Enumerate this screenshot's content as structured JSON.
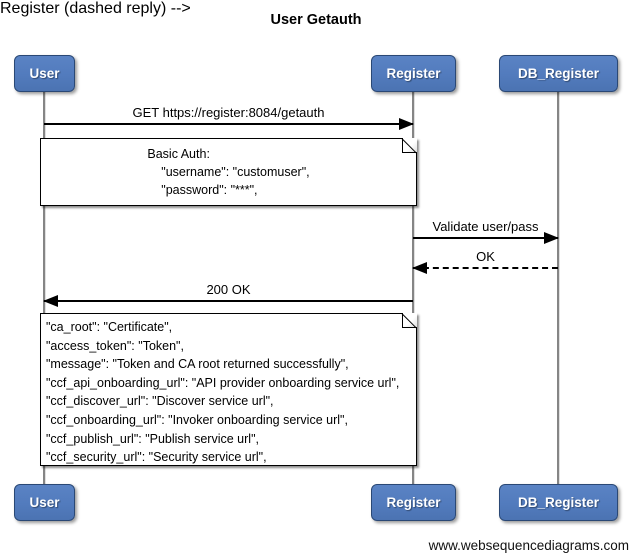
{
  "title": "User Getauth",
  "watermark": "www.websequencediagrams.com",
  "actors": [
    {
      "label": "User"
    },
    {
      "label": "Register"
    },
    {
      "label": "DB_Register"
    }
  ],
  "messages": [
    {
      "label": "GET https://register:8084/getauth",
      "from": "User",
      "to": "Register",
      "line": "solid"
    },
    {
      "label": "Validate user/pass",
      "from": "Register",
      "to": "DB_Register",
      "line": "solid"
    },
    {
      "label": "OK",
      "from": "DB_Register",
      "to": "Register",
      "line": "dashed"
    },
    {
      "label": "200 OK",
      "from": "Register",
      "to": "User",
      "line": "solid"
    }
  ],
  "notes": [
    {
      "lines": [
        "Basic Auth:",
        "    \"username\": \"customuser\",",
        "    \"password\": \"***\","
      ]
    },
    {
      "lines": [
        "\"ca_root\": \"Certificate\",",
        "\"access_token\": \"Token\",",
        "\"message\": \"Token and CA root returned successfully\",",
        "\"ccf_api_onboarding_url\": \"API provider onboarding service url\",",
        "\"ccf_discover_url\": \"Discover service url\",",
        "\"ccf_onboarding_url\": \"Invoker onboarding service url\",",
        "\"ccf_publish_url\": \"Publish service url\",",
        "\"ccf_security_url\": \"Security service url\","
      ]
    }
  ],
  "colors": {
    "actor_fill": "#527BBD",
    "actor_border": "#2A4875",
    "lifeline": "#858585",
    "arrow": "#000000",
    "note_bg": "#FFFFFF"
  }
}
